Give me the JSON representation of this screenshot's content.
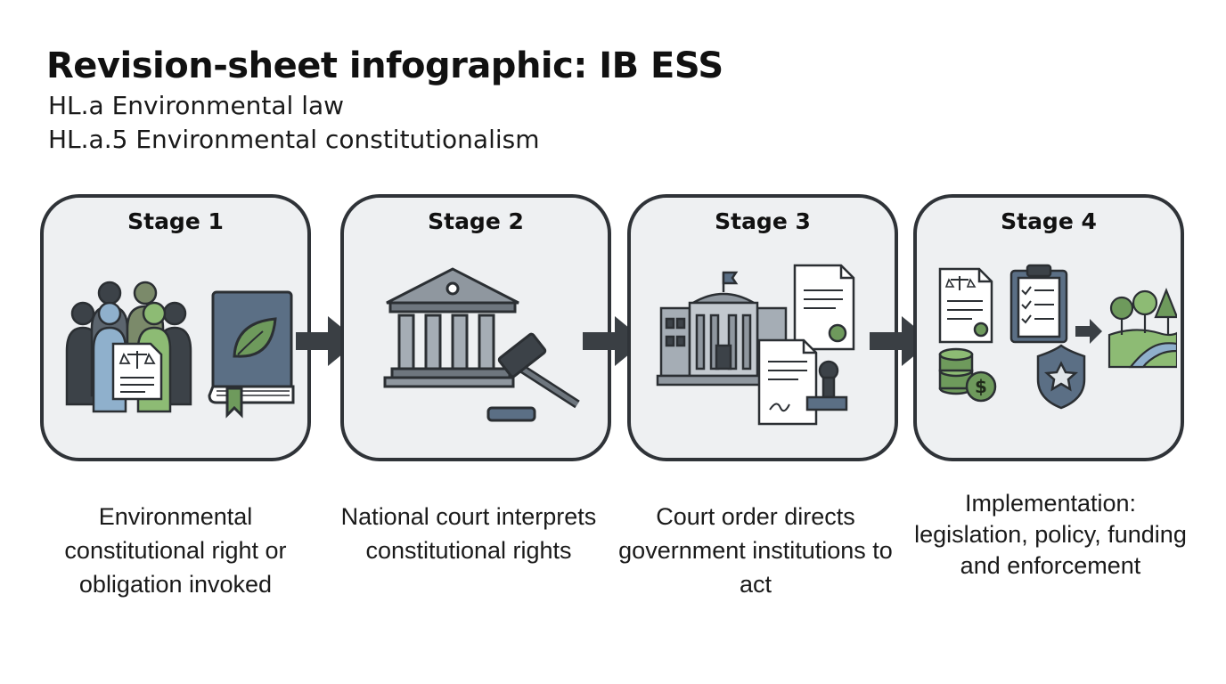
{
  "header": {
    "title": "Revision-sheet infographic: IB ESS",
    "subtitle_line1": "HL.a Environmental law",
    "subtitle_line2": "HL.a.5 Environmental constitutionalism"
  },
  "stages": [
    {
      "label": "Stage 1",
      "caption": "Environmental constitutional right or obligation invoked",
      "icons": [
        "people-group-icon",
        "legal-document-icon",
        "constitution-book-icon"
      ]
    },
    {
      "label": "Stage 2",
      "caption": "National court interprets constitutional rights",
      "icons": [
        "courthouse-icon",
        "gavel-icon"
      ]
    },
    {
      "label": "Stage 3",
      "caption": "Court order directs government institutions to act",
      "icons": [
        "government-building-icon",
        "court-order-document-icon",
        "stamp-icon"
      ]
    },
    {
      "label": "Stage 4",
      "caption": "Implementation: legislation, policy, funding and enforcement",
      "icons": [
        "legislation-document-icon",
        "policy-checklist-icon",
        "funding-coins-icon",
        "enforcement-badge-icon",
        "restored-landscape-icon"
      ]
    }
  ],
  "colors": {
    "box_border": "#2f3338",
    "box_fill": "#eef0f2",
    "arrow": "#3a3f44",
    "icon_dark": "#3c4248",
    "icon_grey": "#8f979f",
    "icon_green": "#6e9a5c",
    "icon_slate": "#5b6f85",
    "icon_blue": "#8fb0cc"
  }
}
